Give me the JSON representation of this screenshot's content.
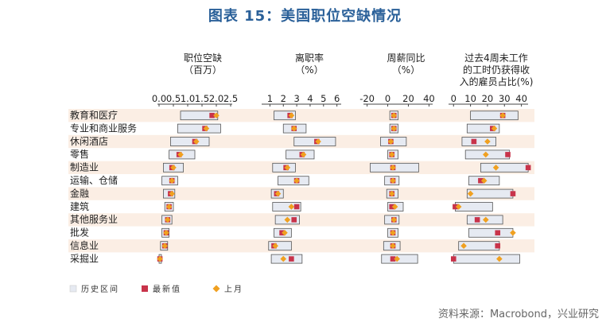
{
  "page": {
    "title": "图表 15：美国职位空缺情况",
    "source": "资料来源：Macrobond，兴业研究"
  },
  "chart_data": {
    "type": "range-dot",
    "categories": [
      "教育和医疗",
      "专业和商业服务",
      "休闲酒店",
      "零售",
      "制造业",
      "运输、仓储",
      "金融",
      "建筑",
      "其他服务业",
      "批发",
      "信息业",
      "采掘业"
    ],
    "legend": [
      {
        "key": "range",
        "label": "历史区间",
        "color": "#e6eaf2"
      },
      {
        "key": "latest",
        "label": "最新值",
        "color": "#c8334a"
      },
      {
        "key": "prev",
        "label": "上月",
        "color": "#f0a020"
      }
    ],
    "panels": [
      {
        "title": [
          "职位空缺",
          "（百万）"
        ],
        "ticks": [
          "0.0",
          "0.5",
          "1.0",
          "1.5",
          "2.0",
          "2.5"
        ],
        "tick_values": [
          0,
          0.5,
          1,
          1.5,
          2,
          2.5
        ],
        "axis": [
          0,
          2.5
        ],
        "rows": [
          {
            "min": 0.75,
            "max": 2.05,
            "latest": 1.85,
            "prev": 2.0
          },
          {
            "min": 0.65,
            "max": 2.15,
            "latest": 1.6,
            "prev": 1.65
          },
          {
            "min": 0.4,
            "max": 1.75,
            "latest": 1.25,
            "prev": 1.3
          },
          {
            "min": 0.35,
            "max": 1.25,
            "latest": 0.7,
            "prev": 0.75
          },
          {
            "min": 0.15,
            "max": 0.85,
            "latest": 0.45,
            "prev": 0.5
          },
          {
            "min": 0.1,
            "max": 0.65,
            "latest": 0.45,
            "prev": 0.45
          },
          {
            "min": 0.15,
            "max": 0.55,
            "latest": 0.4,
            "prev": 0.45
          },
          {
            "min": 0.2,
            "max": 0.5,
            "latest": 0.35,
            "prev": 0.35
          },
          {
            "min": 0.1,
            "max": 0.45,
            "latest": 0.3,
            "prev": 0.3
          },
          {
            "min": 0.1,
            "max": 0.35,
            "latest": 0.25,
            "prev": 0.25
          },
          {
            "min": 0.05,
            "max": 0.3,
            "latest": 0.2,
            "prev": 0.2
          },
          {
            "min": 0.0,
            "max": 0.05,
            "latest": 0.03,
            "prev": 0.03
          }
        ]
      },
      {
        "title": [
          "离职率",
          "（%）"
        ],
        "ticks": [
          "1",
          "2",
          "3",
          "4",
          "5",
          "6"
        ],
        "tick_values": [
          1,
          2,
          3,
          4,
          5,
          6
        ],
        "axis": [
          0.5,
          6.2
        ],
        "rows": [
          {
            "min": 1.3,
            "max": 2.9,
            "latest": 2.5,
            "prev": 2.6
          },
          {
            "min": 2.0,
            "max": 3.7,
            "latest": 2.8,
            "prev": 2.8
          },
          {
            "min": 2.8,
            "max": 5.9,
            "latest": 4.5,
            "prev": 4.6
          },
          {
            "min": 2.2,
            "max": 4.3,
            "latest": 3.4,
            "prev": 3.5
          },
          {
            "min": 1.2,
            "max": 2.9,
            "latest": 2.2,
            "prev": 2.3
          },
          {
            "min": 1.6,
            "max": 3.9,
            "latest": 3.0,
            "prev": 3.0
          },
          {
            "min": 1.1,
            "max": 2.0,
            "latest": 1.5,
            "prev": 1.6
          },
          {
            "min": 1.2,
            "max": 3.3,
            "latest": 3.0,
            "prev": 2.6
          },
          {
            "min": 1.4,
            "max": 3.2,
            "latest": 2.8,
            "prev": 2.3
          },
          {
            "min": 1.3,
            "max": 2.6,
            "latest": 1.9,
            "prev": 2.1
          },
          {
            "min": 0.9,
            "max": 2.6,
            "latest": 1.3,
            "prev": 1.4
          },
          {
            "min": 1.1,
            "max": 3.4,
            "latest": 2.6,
            "prev": 2.0
          }
        ]
      },
      {
        "title": [
          "周薪同比",
          "（%）"
        ],
        "ticks": [
          "-20",
          "0",
          "20",
          "40"
        ],
        "tick_values": [
          -20,
          0,
          20,
          40
        ],
        "axis": [
          -22,
          42
        ],
        "rows": [
          {
            "min": 2,
            "max": 10,
            "latest": 6,
            "prev": 6
          },
          {
            "min": 2,
            "max": 10,
            "latest": 6,
            "prev": 6
          },
          {
            "min": -7,
            "max": 18,
            "latest": 3,
            "prev": 3
          },
          {
            "min": 0,
            "max": 10,
            "latest": 4,
            "prev": 4
          },
          {
            "min": -17,
            "max": 30,
            "latest": 5,
            "prev": 5
          },
          {
            "min": -3,
            "max": 11,
            "latest": 5,
            "prev": 5
          },
          {
            "min": -1,
            "max": 10,
            "latest": 4,
            "prev": 4
          },
          {
            "min": 0,
            "max": 15,
            "latest": 4,
            "prev": 7
          },
          {
            "min": -3,
            "max": 11,
            "latest": 6,
            "prev": 6
          },
          {
            "min": 0,
            "max": 10,
            "latest": 5,
            "prev": 5
          },
          {
            "min": -4,
            "max": 12,
            "latest": 5,
            "prev": 5
          },
          {
            "min": -6,
            "max": 29,
            "latest": 5,
            "prev": 9
          }
        ]
      },
      {
        "title": [
          "过去4周未工作",
          "的工时仍获得收",
          "入的雇员占比(%)"
        ],
        "ticks": [
          "0",
          "10",
          "20",
          "30",
          "40"
        ],
        "tick_values": [
          0,
          10,
          20,
          30,
          40
        ],
        "axis": [
          -2,
          43
        ],
        "rows": [
          {
            "min": 10,
            "max": 38,
            "latest": 29,
            "prev": 29
          },
          {
            "min": 8,
            "max": 27,
            "latest": 23,
            "prev": 24
          },
          {
            "min": 5,
            "max": 25,
            "latest": 12,
            "prev": 20
          },
          {
            "min": 7,
            "max": 33,
            "latest": 32,
            "prev": 19
          },
          {
            "min": 16,
            "max": 44,
            "latest": 44,
            "prev": 25
          },
          {
            "min": 9,
            "max": 27,
            "latest": 16,
            "prev": 18
          },
          {
            "min": 8,
            "max": 35,
            "latest": 35,
            "prev": 10
          },
          {
            "min": 1,
            "max": 23,
            "latest": 1,
            "prev": 3
          },
          {
            "min": 8,
            "max": 29,
            "latest": 14,
            "prev": 19
          },
          {
            "min": 9,
            "max": 35,
            "latest": 26,
            "prev": 35
          },
          {
            "min": 3,
            "max": 27,
            "latest": 26,
            "prev": 6
          },
          {
            "min": 0,
            "max": 39,
            "latest": 0,
            "prev": 27
          }
        ]
      }
    ]
  }
}
